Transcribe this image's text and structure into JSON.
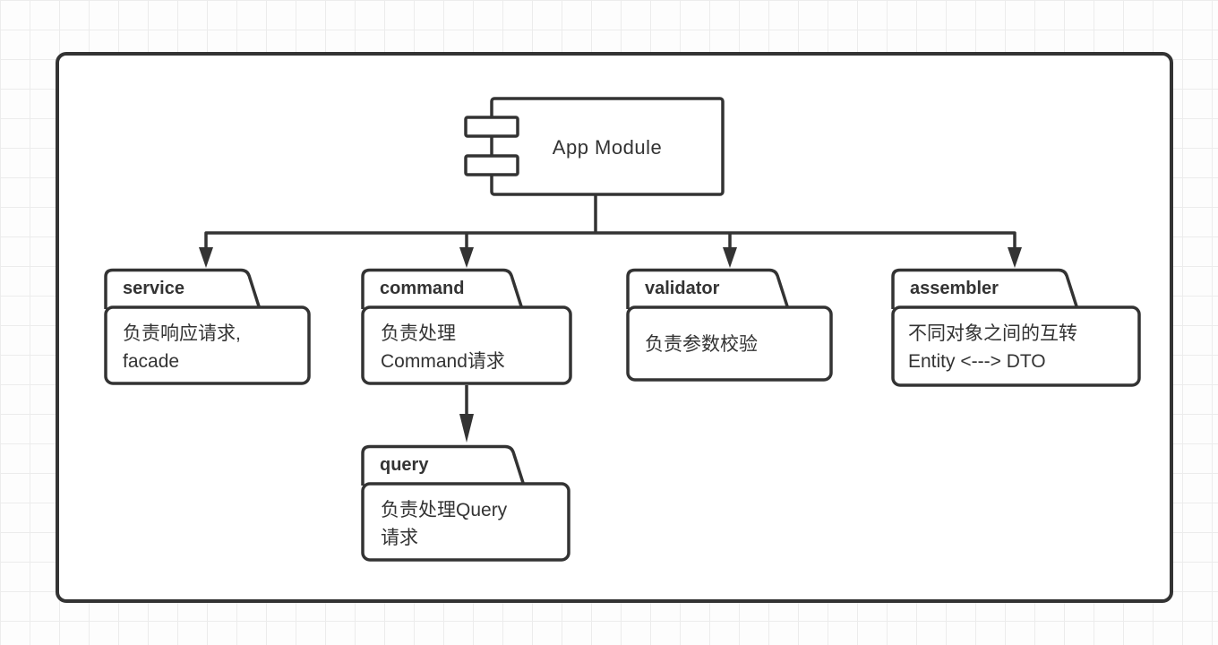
{
  "canvas": {
    "background_color": "#fdfdfd",
    "grid_color": "#ececec",
    "stroke_color": "#333333",
    "fill_color": "#ffffff"
  },
  "app_module": {
    "label": "App Module"
  },
  "packages": [
    {
      "id": "service",
      "label": "service",
      "description": "负责响应请求,\nfacade"
    },
    {
      "id": "command",
      "label": "command",
      "description": "负责处理\nCommand请求"
    },
    {
      "id": "validator",
      "label": "validator",
      "description": "负责参数校验"
    },
    {
      "id": "assembler",
      "label": "assembler",
      "description": "不同对象之间的互转\nEntity <---> DTO"
    },
    {
      "id": "query",
      "label": "query",
      "description": "负责处理Query\n请求"
    }
  ],
  "connections": [
    {
      "from": "App Module",
      "to": "service"
    },
    {
      "from": "App Module",
      "to": "command"
    },
    {
      "from": "App Module",
      "to": "validator"
    },
    {
      "from": "App Module",
      "to": "assembler"
    },
    {
      "from": "command",
      "to": "query"
    }
  ]
}
